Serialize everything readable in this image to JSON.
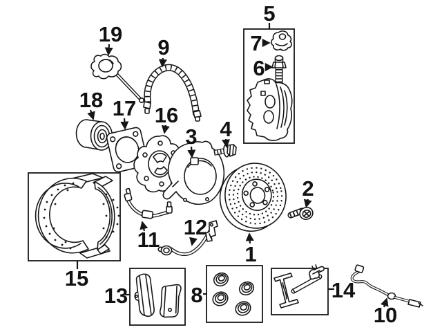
{
  "diagram": {
    "colors": {
      "background": "#ffffff",
      "line": "#161616",
      "label": "#121212"
    },
    "callouts": [
      {
        "label": "1",
        "part": "brake-rotor"
      },
      {
        "label": "2",
        "part": "rotor-retaining-screw"
      },
      {
        "label": "3",
        "part": "splash-shield"
      },
      {
        "label": "4",
        "part": "caliper-mount-bolt"
      },
      {
        "label": "5",
        "part": "caliper-assembly-box"
      },
      {
        "label": "6",
        "part": "caliper-guide-bolt"
      },
      {
        "label": "7",
        "part": "retaining-clip"
      },
      {
        "label": "8",
        "part": "piston-seal-kit-box"
      },
      {
        "label": "9",
        "part": "braided-brake-hose"
      },
      {
        "label": "10",
        "part": "wheel-speed-sensor"
      },
      {
        "label": "11",
        "part": "brake-pipe"
      },
      {
        "label": "12",
        "part": "hose-with-bracket"
      },
      {
        "label": "13",
        "part": "brake-pad-set-box"
      },
      {
        "label": "14",
        "part": "pad-hardware-kit-box"
      },
      {
        "label": "15",
        "part": "parking-brake-shoe-box"
      },
      {
        "label": "16",
        "part": "wheel-hub"
      },
      {
        "label": "17",
        "part": "bearing-retainer-plate"
      },
      {
        "label": "18",
        "part": "wheel-bearing"
      },
      {
        "label": "19",
        "part": "sensor-with-lead"
      }
    ]
  }
}
